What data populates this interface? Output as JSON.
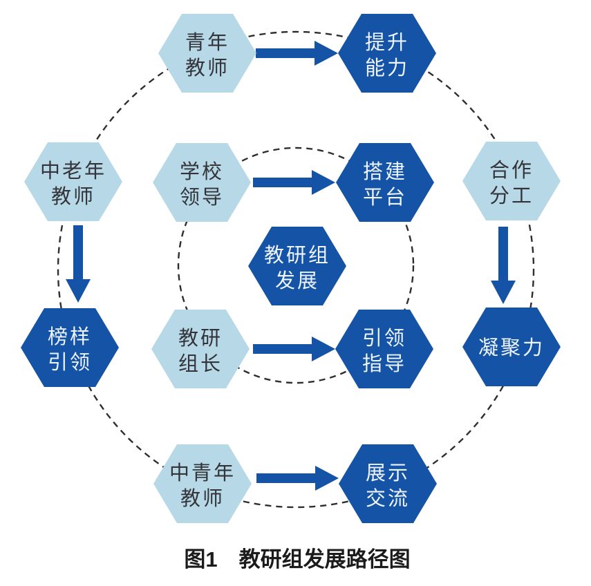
{
  "figure": {
    "caption": "图1　教研组发展路径图"
  },
  "colors": {
    "hex_light": "#b7d9e7",
    "hex_dark": "#1453a5",
    "arrow": "#1453a5",
    "dashed_ring": "#2e2e2e",
    "label_on_dark": "#eef4fb",
    "label_on_light": "#33343a"
  },
  "nodes": {
    "center": {
      "line1": "教研组",
      "line2": "发展"
    },
    "youth_teachers": {
      "line1": "青年",
      "line2": "教师"
    },
    "improve_ability": {
      "line1": "提升",
      "line2": "能力"
    },
    "senior_teachers": {
      "line1": "中老年",
      "line2": "教师"
    },
    "school_leaders": {
      "line1": "学校",
      "line2": "领导"
    },
    "build_platform": {
      "line1": "搭建",
      "line2": "平台"
    },
    "cooperation_division": {
      "line1": "合作",
      "line2": "分工"
    },
    "role_model_leading": {
      "line1": "榜样",
      "line2": "引领"
    },
    "trg_leader": {
      "line1": "教研",
      "line2": "组长"
    },
    "lead_guide": {
      "line1": "引领",
      "line2": "指导"
    },
    "cohesion": {
      "line1": "凝聚力"
    },
    "mid_young_teachers": {
      "line1": "中青年",
      "line2": "教师"
    },
    "display_exchange": {
      "line1": "展示",
      "line2": "交流"
    }
  }
}
